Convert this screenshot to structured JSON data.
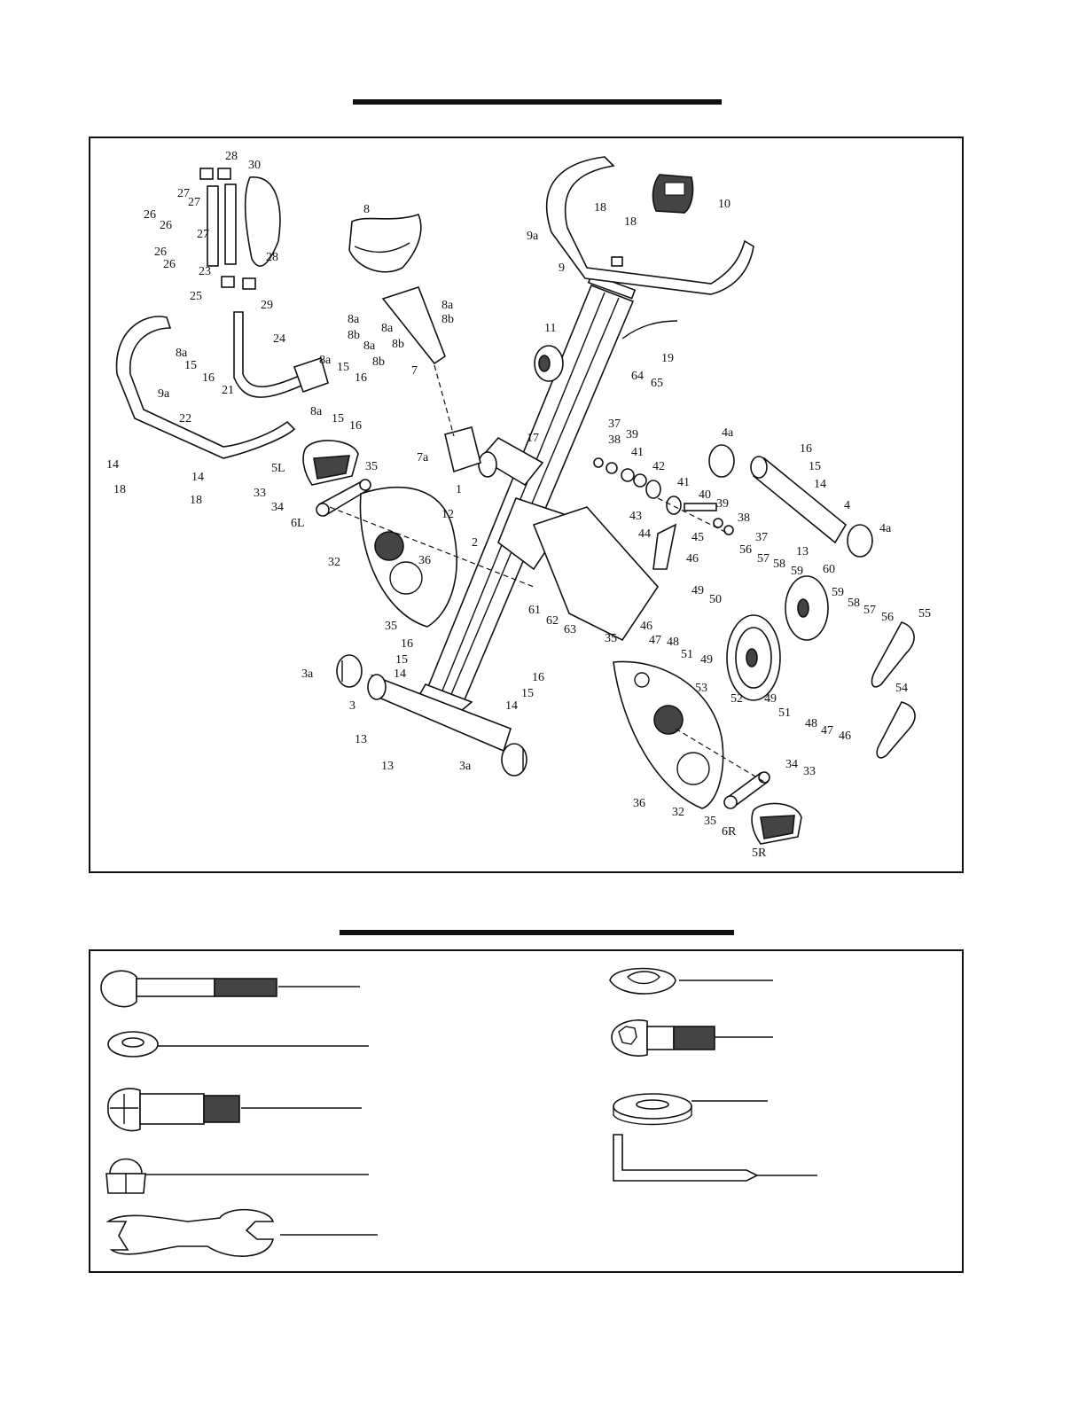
{
  "labels": {
    "l28a": "28",
    "l30": "30",
    "l27a": "27",
    "l26a": "26",
    "l27b": "27",
    "l26b": "26",
    "l27c": "27",
    "l26c": "26",
    "l26d": "26",
    "l23": "23",
    "l28b": "28",
    "l8": "8",
    "l25": "25",
    "l29": "29",
    "l8a1": "8a",
    "l15a": "15",
    "l16a": "16",
    "l24": "24",
    "l8a2": "8a",
    "l15b": "15",
    "l16b": "16",
    "l8a3": "8a",
    "l15c": "15",
    "l16c": "16",
    "l21": "21",
    "l9a1": "9a",
    "l22": "22",
    "l8a4": "8a",
    "l8b1": "8b",
    "l8a5": "8a",
    "l8b2": "8b",
    "l8a6": "8a",
    "l8b3": "8b",
    "l8a7": "8a",
    "l8b4": "8b",
    "l7": "7",
    "l18a": "18",
    "l18b": "18",
    "l10": "10",
    "l9a2": "9a",
    "l9": "9",
    "l11": "11",
    "l19": "19",
    "l64": "64",
    "l65": "65",
    "l14a": "14",
    "l18c": "18",
    "l14b": "14",
    "l18d": "18",
    "l5L": "5L",
    "l35a": "35",
    "l33a": "33",
    "l34a": "34",
    "l6L": "6L",
    "l32a": "32",
    "l36a": "36",
    "l35b": "35",
    "l7a": "7a",
    "l1": "1",
    "l17": "17",
    "l12": "12",
    "l2": "2",
    "l37a": "37",
    "l38a": "38",
    "l39a": "39",
    "l41a": "41",
    "l42": "42",
    "l41b": "41",
    "l40": "40",
    "l39b": "39",
    "l38b": "38",
    "l37b": "37",
    "l43": "43",
    "l44": "44",
    "l45": "45",
    "l46a": "46",
    "l4a1": "4a",
    "l16d": "16",
    "l15d": "15",
    "l14c": "14",
    "l4": "4",
    "l4a2": "4a",
    "l13a": "13",
    "l56a": "56",
    "l57a": "57",
    "l58a": "58",
    "l59a": "59",
    "l60": "60",
    "l59b": "59",
    "l58b": "58",
    "l57b": "57",
    "l56b": "56",
    "l55": "55",
    "l61": "61",
    "l62": "62",
    "l63": "63",
    "l46b": "46",
    "l47a": "47",
    "l48a": "48",
    "l49a": "49",
    "l50": "50",
    "l51a": "51",
    "l49b": "49",
    "l53": "53",
    "l52": "52",
    "l49c": "49",
    "l51b": "51",
    "l48b": "48",
    "l47b": "47",
    "l46c": "46",
    "l54": "54",
    "l16e": "16",
    "l15e": "15",
    "l14d": "14",
    "l3a1": "3a",
    "l3": "3",
    "l16f": "16",
    "l15f": "15",
    "l14e": "14",
    "l13b": "13",
    "l13c": "13",
    "l3a2": "3a",
    "l35c": "35",
    "l32b": "32",
    "l36b": "36",
    "l35d": "35",
    "l6R": "6R",
    "l34b": "34",
    "l33b": "33",
    "l5R": "5R"
  },
  "hardware": [
    {
      "name": "carriage-bolt",
      "label": ""
    },
    {
      "name": "split-lock-washer",
      "label": ""
    },
    {
      "name": "cross-head-bolt",
      "label": ""
    },
    {
      "name": "acorn-nut",
      "label": ""
    },
    {
      "name": "open-end-wrench",
      "label": ""
    },
    {
      "name": "curved-washer",
      "label": ""
    },
    {
      "name": "hex-socket-bolt",
      "label": ""
    },
    {
      "name": "flat-washer",
      "label": ""
    },
    {
      "name": "allen-key",
      "label": ""
    }
  ]
}
